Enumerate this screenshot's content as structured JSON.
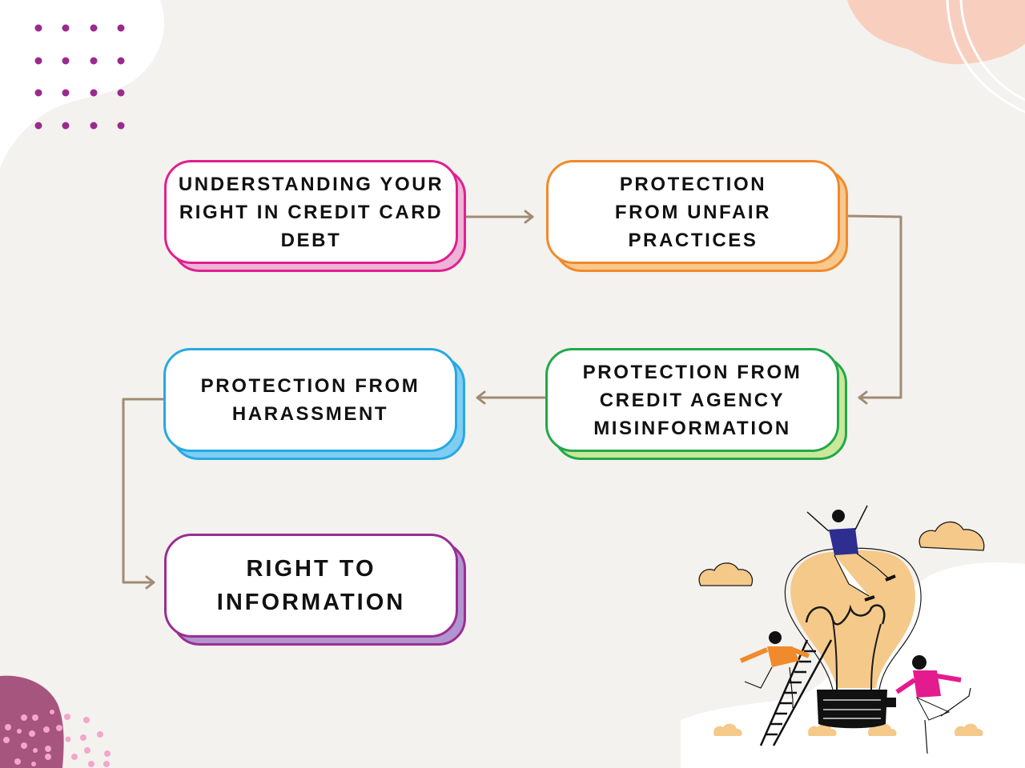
{
  "diagram": {
    "type": "flowchart",
    "background": "#f4f2ee",
    "connector_color": "#a08b74",
    "nodes": [
      {
        "id": "n1",
        "label": "UNDERSTANDING YOUR\nRIGHT IN CREDIT CARD\nDEBT",
        "border_color": "#e0208f",
        "shadow_color": "#eeb3d6"
      },
      {
        "id": "n2",
        "label": "PROTECTION\nFROM UNFAIR\nPRACTICES",
        "border_color": "#f08a2c",
        "shadow_color": "#f9c88c"
      },
      {
        "id": "n3",
        "label": "PROTECTION FROM\nCREDIT AGENCY\nMISINFORMATION",
        "border_color": "#22a84a",
        "shadow_color": "#c9e89a"
      },
      {
        "id": "n4",
        "label": "PROTECTION FROM\nHARASSMENT",
        "border_color": "#27a9e1",
        "shadow_color": "#7fcdf3"
      },
      {
        "id": "n5",
        "label": "RIGHT TO\nINFORMATION",
        "border_color": "#9a2e94",
        "shadow_color": "#b294cf"
      }
    ],
    "edges": [
      {
        "from": "n1",
        "to": "n2"
      },
      {
        "from": "n2",
        "to": "n3"
      },
      {
        "from": "n3",
        "to": "n4"
      },
      {
        "from": "n4",
        "to": "n5"
      }
    ],
    "decorations": {
      "dot_grid_color": "#9b2a8e",
      "top_right_blob_color": "#f8cfbf",
      "bottom_left_blob_color": "#a6557f",
      "pink_dots_color": "#f2a6cc",
      "illustration": "people-around-lightbulb-with-ladder"
    }
  }
}
